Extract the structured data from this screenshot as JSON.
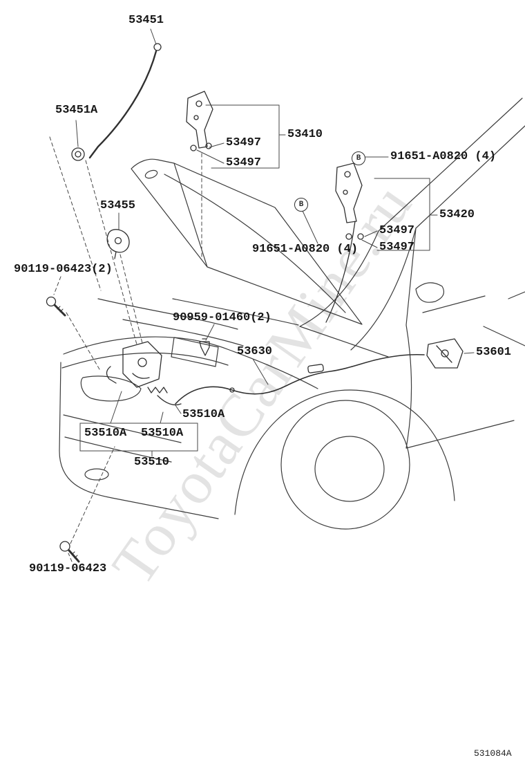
{
  "watermark": "ToyotaCarMine.ru",
  "diagram_code": "531084A",
  "connector_markers": [
    {
      "label": "B"
    },
    {
      "label": "B"
    }
  ],
  "part_labels": [
    {
      "part": "53451"
    },
    {
      "part": "53451A"
    },
    {
      "part": "53497"
    },
    {
      "part": "53410"
    },
    {
      "part": "53497"
    },
    {
      "part": "91651-A0820 (4)"
    },
    {
      "part": "53455"
    },
    {
      "part": "53420"
    },
    {
      "part": "53497"
    },
    {
      "part": "91651-A0820 (4)"
    },
    {
      "part": "53497"
    },
    {
      "part": "90119-06423(2)"
    },
    {
      "part": "90959-01460(2)"
    },
    {
      "part": "53630"
    },
    {
      "part": "53601"
    },
    {
      "part": "53510A"
    },
    {
      "part": "53510A"
    },
    {
      "part": "53510A"
    },
    {
      "part": "53510"
    },
    {
      "part": "90119-06423"
    }
  ]
}
